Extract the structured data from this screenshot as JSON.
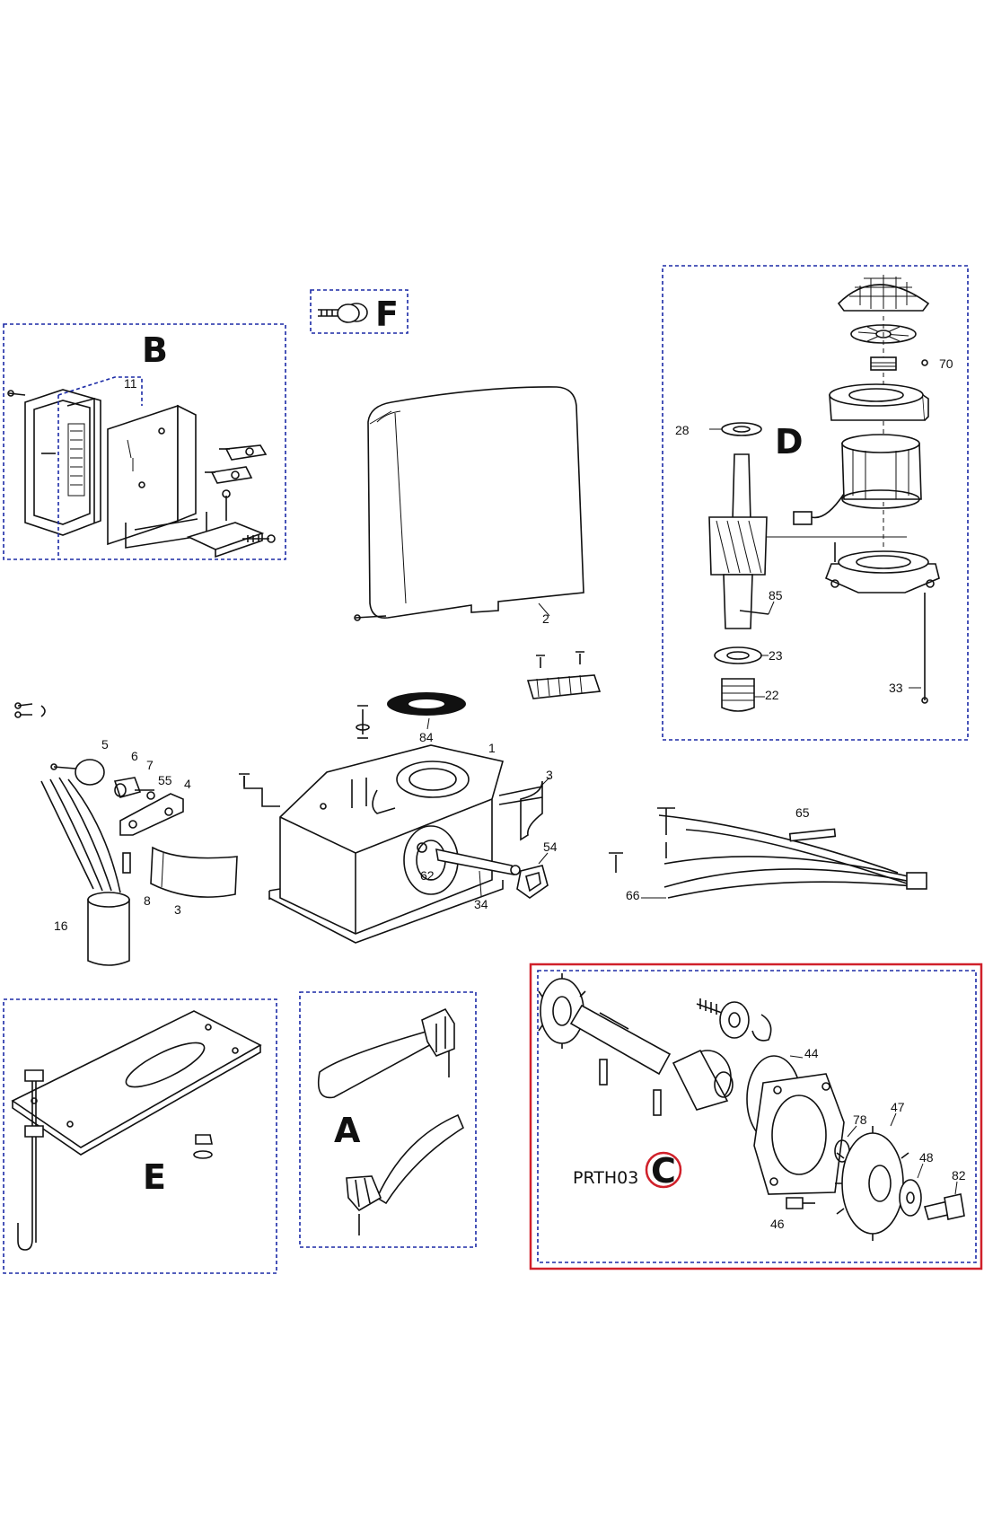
{
  "groups": {
    "A": "A",
    "B": "B",
    "C": "C",
    "D": "D",
    "E": "E",
    "F": "F"
  },
  "highlight": {
    "code": "PRTH03",
    "group": "C",
    "color": "#d0202a"
  },
  "frame_color": "#1b2aa6",
  "part_numbers": {
    "n1": "1",
    "n2": "2",
    "n3a": "3",
    "n3b": "3",
    "n4": "4",
    "n5": "5",
    "n6": "6",
    "n7": "7",
    "n8": "8",
    "n11": "11",
    "n16": "16",
    "n22": "22",
    "n23": "23",
    "n28": "28",
    "n33": "33",
    "n34": "34",
    "n44": "44",
    "n46": "46",
    "n47": "47",
    "n48": "48",
    "n54": "54",
    "n55": "55",
    "n62": "62",
    "n65": "65",
    "n66": "66",
    "n70": "70",
    "n78": "78",
    "n82": "82",
    "n84": "84",
    "n85": "85"
  }
}
